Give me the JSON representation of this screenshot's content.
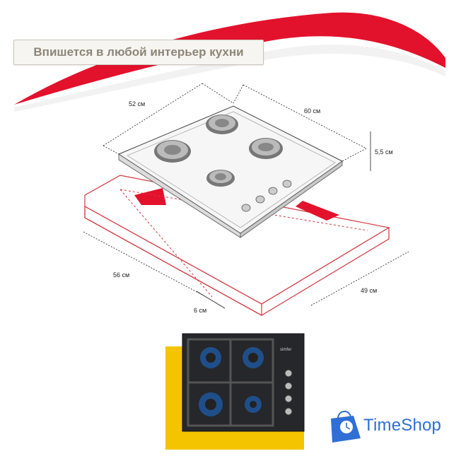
{
  "banner": {
    "text": "Впишется в любой интерьер кухни"
  },
  "dimensions": {
    "width_top": "52 см",
    "depth_top": "60 см",
    "height": "5,5 см",
    "cutout_width": "56 см",
    "cutout_depth": "49 см",
    "offset": "6 см"
  },
  "product": {
    "brand_label": "simfer"
  },
  "watermark": {
    "text": "TimeShop"
  },
  "colors": {
    "accent_red": "#e3122c",
    "cutout_outline": "#d2373f",
    "brand_blue": "#2f6fd6",
    "frame_yellow": "#f4c400",
    "hob_dark": "#26272a"
  },
  "icons": [
    "shopping-bag-clock-icon"
  ]
}
